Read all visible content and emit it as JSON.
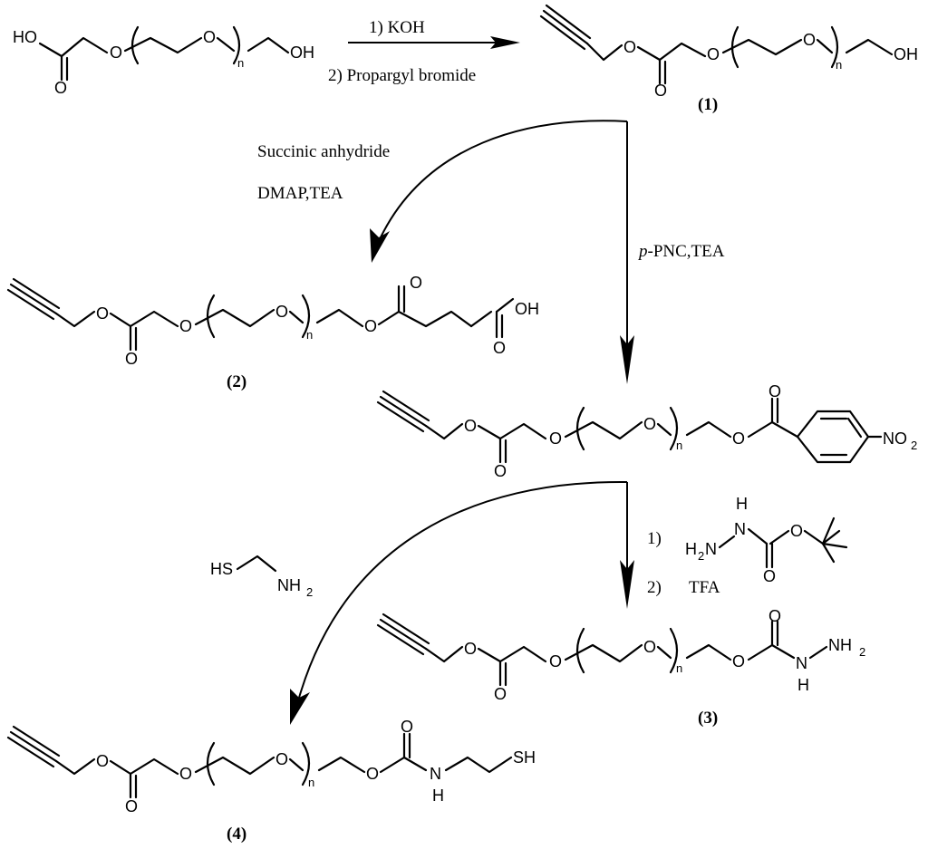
{
  "atoms": {
    "HO": "HO",
    "OH": "OH",
    "O": "O",
    "n": "n",
    "H": "H",
    "N": "N",
    "NO": "NO",
    "two": "2",
    "NH": "NH",
    "H2N_H": "H",
    "H2N_N": "N",
    "HS": "HS",
    "SH": "SH"
  },
  "reagents": {
    "step1_a": "1) KOH",
    "step1_b": "2) Propargyl bromide",
    "step2_a": "Succinic anhydride",
    "step2_b": "DMAP,TEA",
    "step3_italic": "p",
    "step3_rest": "-PNC,TEA",
    "step4_a": "1)",
    "step4_b": "2)",
    "step4_tfa": "TFA"
  },
  "labels": {
    "c1": "(1)",
    "c2": "(2)",
    "c3": "(3)",
    "c4": "(4)"
  }
}
